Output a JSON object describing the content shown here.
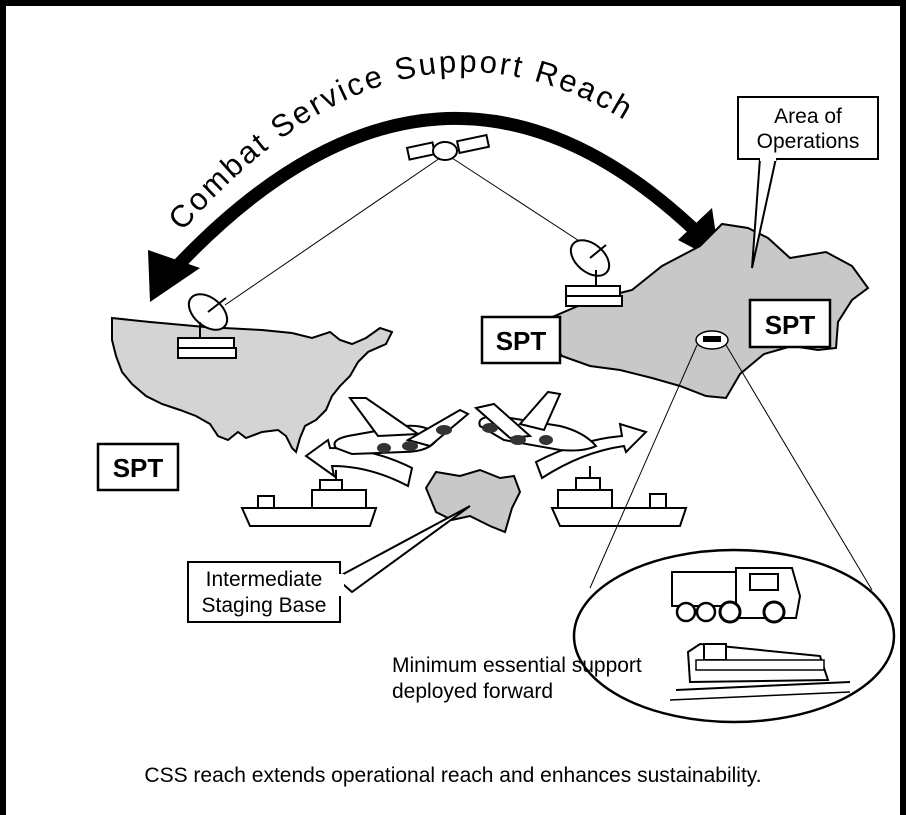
{
  "diagram": {
    "arc_title": "Combat Service Support Reach",
    "area_of_operations": [
      "Area of",
      "Operations"
    ],
    "spt_labels": [
      "SPT",
      "SPT",
      "SPT"
    ],
    "intermediate_staging_base": [
      "Intermediate",
      "Staging Base"
    ],
    "minimum_support": [
      "Minimum essential support",
      "deployed forward"
    ],
    "caption": "CSS reach extends operational reach and enhances sustainability."
  }
}
